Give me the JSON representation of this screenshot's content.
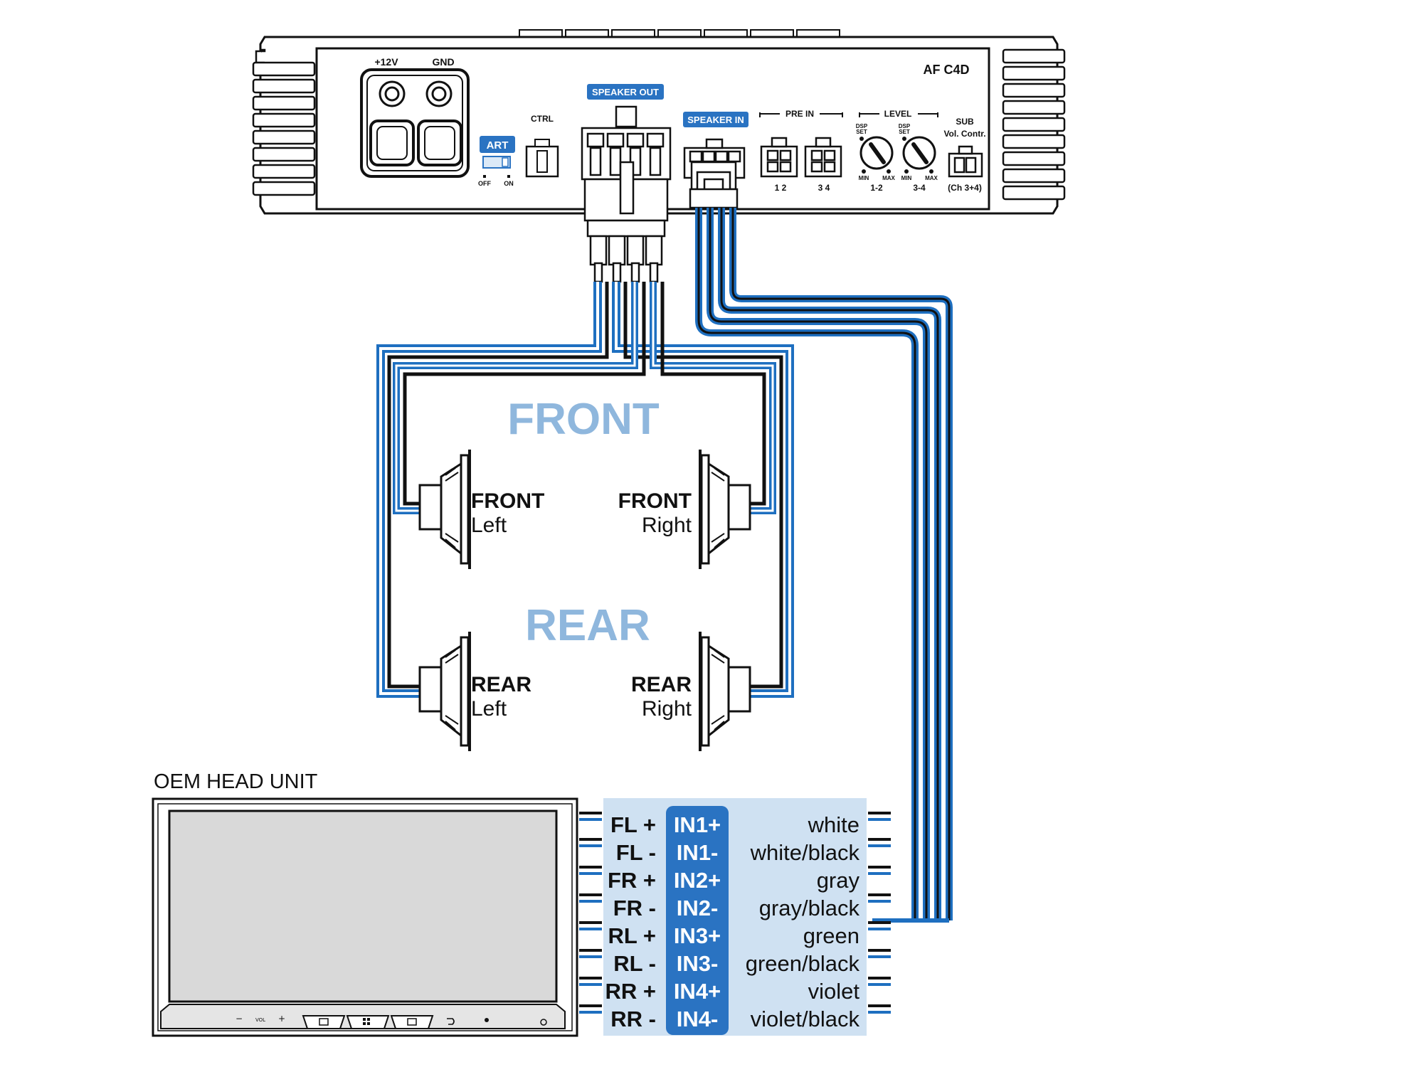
{
  "amplifier": {
    "model": "AF C4D",
    "power": {
      "plus12v": "+12V",
      "gnd": "GND"
    },
    "art": {
      "label": "ART",
      "off": "OFF",
      "on": "ON"
    },
    "ctrl": "CTRL",
    "speaker_out": "SPEAKER OUT",
    "speaker_in": "SPEAKER IN",
    "pre_in": {
      "label": "PRE IN",
      "ch12": "1 2",
      "ch34": "3 4"
    },
    "level": {
      "label": "LEVEL",
      "dsp": "DSP",
      "set": "SET",
      "min": "MIN",
      "max": "MAX",
      "ch12": "1-2",
      "ch34": "3-4"
    },
    "sub": {
      "title": "SUB",
      "subtitle": "Vol. Contr.",
      "channels": "(Ch 3+4)"
    }
  },
  "zones": {
    "front": "FRONT",
    "rear": "REAR"
  },
  "speakers": {
    "front_left": {
      "bold": "FRONT",
      "side": "Left"
    },
    "front_right": {
      "bold": "FRONT",
      "side": "Right"
    },
    "rear_left": {
      "bold": "REAR",
      "side": "Left"
    },
    "rear_right": {
      "bold": "REAR",
      "side": "Right"
    }
  },
  "head_unit": {
    "title": "OEM HEAD UNIT",
    "vol_minus": "−",
    "vol_label": "VOL",
    "vol_plus": "+"
  },
  "wiring": [
    {
      "channel": "FL +",
      "input": "IN1+",
      "color": "white"
    },
    {
      "channel": "FL -",
      "input": "IN1-",
      "color": "white/black"
    },
    {
      "channel": "FR +",
      "input": "IN2+",
      "color": "gray"
    },
    {
      "channel": "FR -",
      "input": "IN2-",
      "color": "gray/black"
    },
    {
      "channel": "RL +",
      "input": "IN3+",
      "color": "green"
    },
    {
      "channel": "RL -",
      "input": "IN3-",
      "color": "green/black"
    },
    {
      "channel": "RR +",
      "input": "IN4+",
      "color": "violet"
    },
    {
      "channel": "RR -",
      "input": "IN4-",
      "color": "violet/black"
    }
  ],
  "colors": {
    "wire_blue": "#1e6fc0",
    "wire_black": "#111111",
    "badge_blue": "#2a73c2",
    "zone_text": "#8fb7dd",
    "table_bg": "#cfe1f2",
    "screen": "#d9d9d9"
  }
}
